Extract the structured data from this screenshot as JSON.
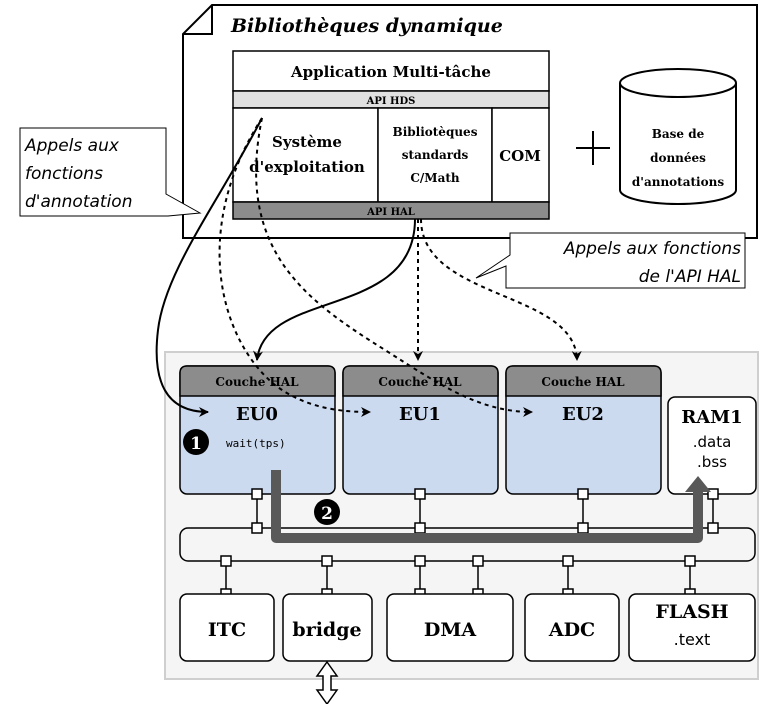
{
  "lib": {
    "title": "Bibliothèques dynamique",
    "app": "Application Multi-tâche",
    "api_hds": "API HDS",
    "os_line1": "Système",
    "os_line2": "d'exploitation",
    "std_line1": "Bibliotèques",
    "std_line2": "standards",
    "std_line3": "C/Math",
    "com": "COM",
    "api_hal": "API HAL",
    "plus": "+",
    "db_line1": "Base de",
    "db_line2": "données",
    "db_line3": "d'annotations"
  },
  "callouts": {
    "annot_line1": "Appels aux",
    "annot_line2": "fonctions",
    "annot_line3": "d'annotation",
    "hal_line1": "Appels aux fonctions",
    "hal_line2": "de l'API HAL"
  },
  "units": [
    {
      "hal": "Couche HAL",
      "name": "EU0"
    },
    {
      "hal": "Couche HAL",
      "name": "EU1"
    },
    {
      "hal": "Couche HAL",
      "name": "EU2"
    }
  ],
  "wait": "wait(tps)",
  "markers": [
    "1",
    "2"
  ],
  "ram": {
    "name": "RAM1",
    "line1": ".data",
    "line2": ".bss"
  },
  "periph": {
    "itc": "ITC",
    "bridge": "bridge",
    "dma": "DMA",
    "adc": "ADC",
    "flash": "FLASH",
    "flash_sub": ".text"
  },
  "colors": {
    "unit_fill": "#ccdaf0",
    "hal_fill": "#8c8c8c",
    "bar_fill": "#666666",
    "platform_fill": "#f5f5f5",
    "arrow_path": "#595959"
  }
}
